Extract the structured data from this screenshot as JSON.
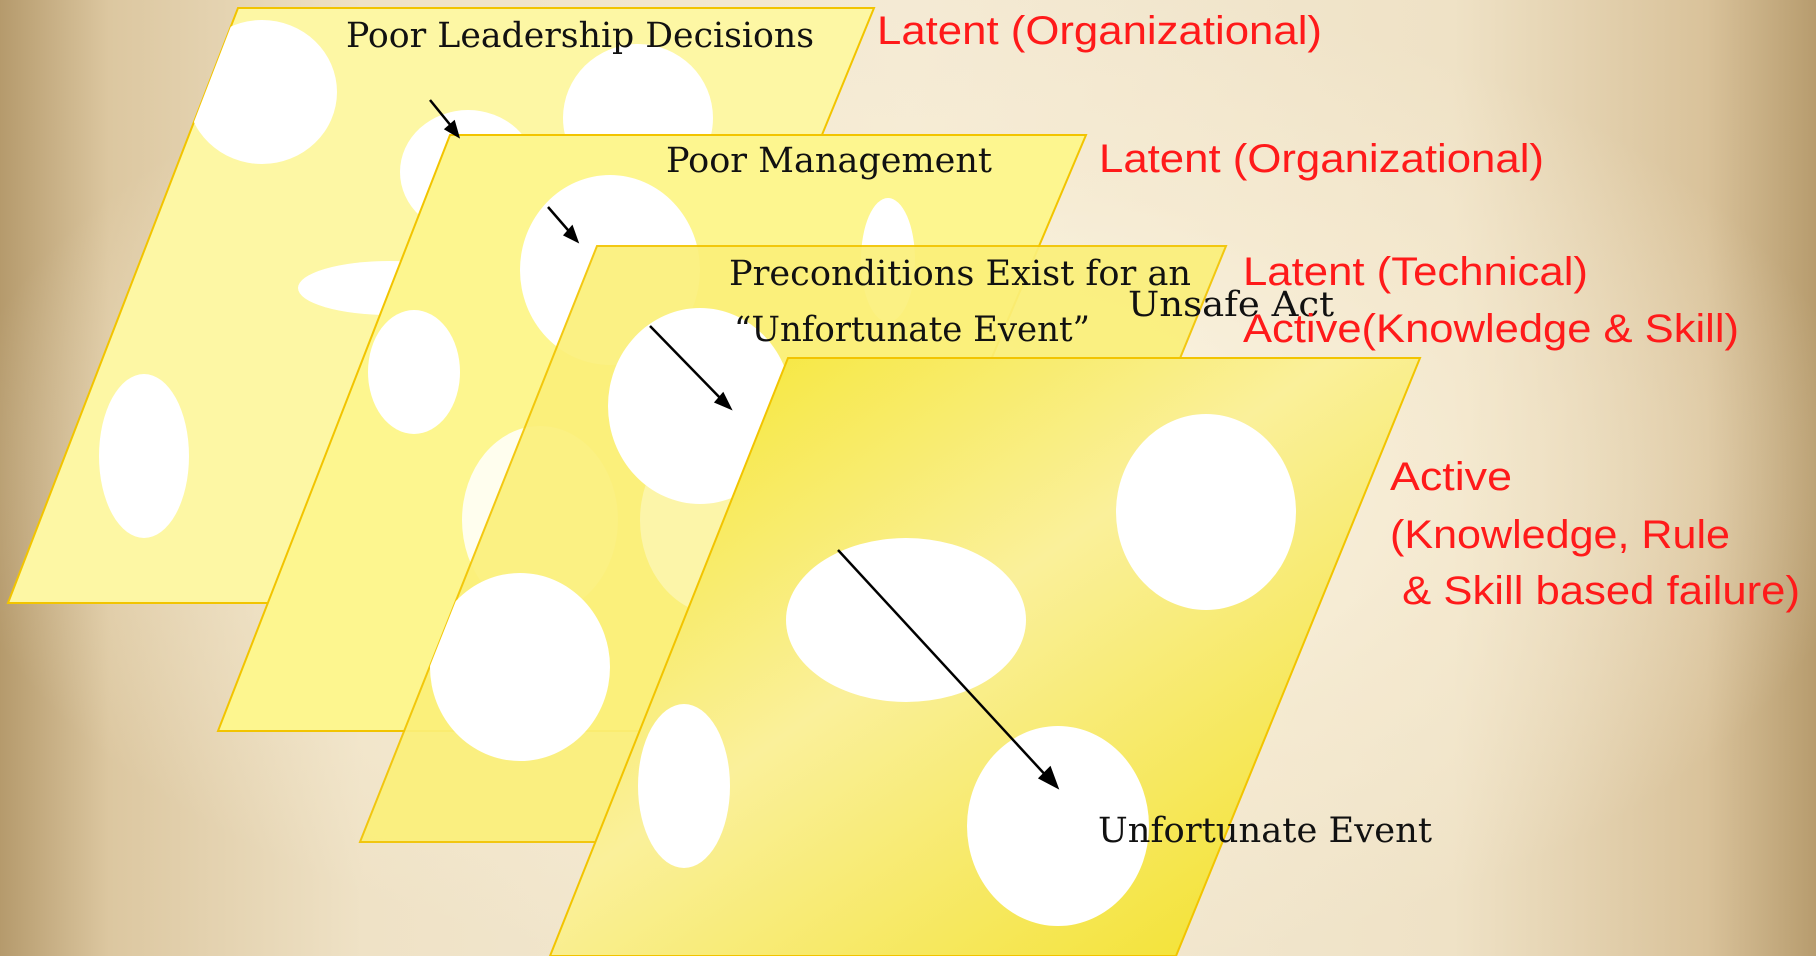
{
  "layers": [
    {
      "title": "Poor Leadership Decisions",
      "failure_type": "Latent (Organizational)",
      "fill": "#fdf7a4"
    },
    {
      "title": "Poor Management",
      "failure_type": "Latent (Organizational)",
      "fill": "#fdf68f"
    },
    {
      "title_line1": "Preconditions Exist  for an",
      "title_line2": "“Unfortunate Event”",
      "failure_type": "Latent (Technical)",
      "fill": "#fbf07a"
    },
    {
      "title": "Unsafe Act",
      "failure_type": "Active(Knowledge & Skill)",
      "fill": "#f7e93a"
    }
  ],
  "last_layer_failure_type": {
    "line1": "Active",
    "line2": "(Knowledge, Rule",
    "line3": " & Skill based failure)"
  },
  "outcome_label": "Unfortunate Event",
  "colors": {
    "annotation": "#ff1a1a",
    "hole": "#ffffff",
    "slice_border": "#f2c400",
    "arrow": "#000000"
  }
}
